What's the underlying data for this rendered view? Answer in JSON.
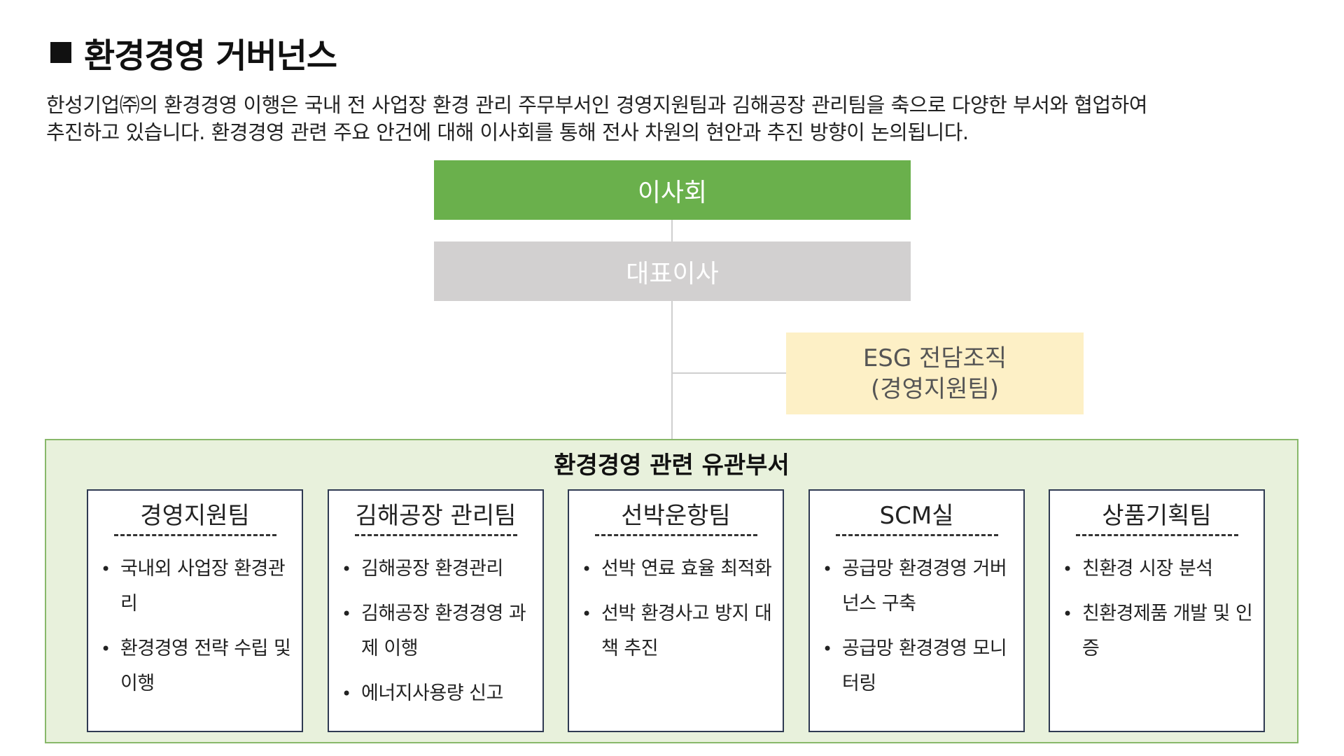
{
  "title": "환경경영 거버넌스",
  "intro": [
    "한성기업㈜의 환경경영 이행은 국내 전 사업장 환경 관리 주무부서인 경영지원팀과 김해공장 관리팀을 축으로 다양한 부서와 협업하여",
    "추진하고 있습니다. 환경경영 관련 주요 안건에 대해 이사회를 통해 전사 차원의 현안과 추진 방향이 논의됩니다."
  ],
  "board": "이사회",
  "ceo": "대표이사",
  "esg": {
    "line1": "ESG 전담조직",
    "line2": "(경영지원팀)"
  },
  "related_title": "환경경영 관련 유관부서",
  "departments": [
    {
      "name": "경영지원팀",
      "items": [
        "국내외 사업장 환경관리",
        "환경경영 전략 수립 및 이행"
      ]
    },
    {
      "name": "김해공장 관리팀",
      "items": [
        "김해공장 환경관리",
        "김해공장 환경경영 과제 이행",
        "에너지사용량 신고"
      ]
    },
    {
      "name": "선박운항팀",
      "items": [
        "선박 연료 효율 최적화",
        "선박 환경사고 방지 대책 추진"
      ]
    },
    {
      "name": "SCM실",
      "items": [
        "공급망 환경경영 거버넌스 구축",
        "공급망 환경경영 모니터링"
      ]
    },
    {
      "name": "상품기획팀",
      "items": [
        "친환경 시장 분석",
        "친환경제품 개발 및 인증"
      ]
    }
  ],
  "colors": {
    "board": "#6ab04c",
    "ceo": "#d2d0d0",
    "esg": "#fdf0c6",
    "related_bg": "#e8f1dc",
    "related_border": "#88b86a",
    "dept_border": "#2f3a52"
  }
}
